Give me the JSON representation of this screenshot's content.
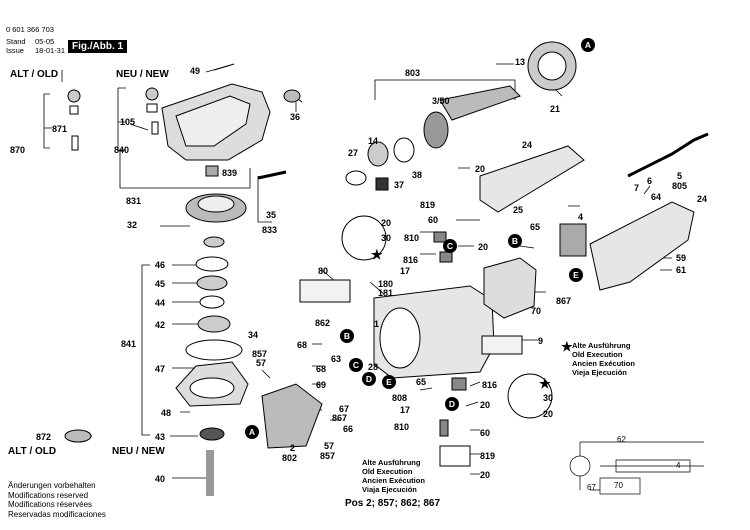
{
  "header": {
    "part_number": "0 601 366 703",
    "stand_label": "Stand",
    "stand_date": "05-05",
    "issue_label": "Issue",
    "issue_date": "18-01-31",
    "figure_tag": "Fig./Abb. 1"
  },
  "variants": {
    "alt_old_top": "ALT / OLD",
    "neu_new_top": "NEU / NEW",
    "alt_old_bottom": "ALT / OLD",
    "neu_new_bottom": "NEU / NEW"
  },
  "callout_letters": [
    "A",
    "A",
    "B",
    "B",
    "C",
    "C",
    "D",
    "D",
    "E",
    "E"
  ],
  "part_labels": {
    "p49": "49",
    "p13": "13",
    "p803": "803",
    "p3_50": "3/50",
    "p21": "21",
    "p36": "36",
    "p14": "14",
    "p27": "27",
    "p37": "37",
    "p38": "38",
    "p871": "871",
    "p870": "870",
    "p105": "105",
    "p840": "840",
    "p839": "839",
    "p831": "831",
    "p35": "35",
    "p833": "833",
    "p32": "32",
    "p20a": "20",
    "p24a": "24",
    "p819a": "819",
    "p60a": "60",
    "p25": "25",
    "p4": "4",
    "p7": "7",
    "p6": "6",
    "p5": "5",
    "p805": "805",
    "p64": "64",
    "p30a": "30",
    "p20b": "20",
    "p810a": "810",
    "p20c": "20",
    "p65a": "65",
    "p816a": "816",
    "p17a": "17",
    "p24b": "24",
    "p59": "59",
    "p61": "61",
    "p46": "46",
    "p80": "80",
    "p180": "180",
    "p181": "181",
    "p45": "45",
    "p44": "44",
    "p867a": "867",
    "p70": "70",
    "p42": "42",
    "p862": "862",
    "p34": "34",
    "p1": "1",
    "p9": "9",
    "p841": "841",
    "p857a": "857",
    "p57a": "57",
    "p68a": "68",
    "p63": "63",
    "p28": "28",
    "p47": "47",
    "p68b": "68",
    "p65b": "65",
    "p808": "808",
    "p816b": "816",
    "p30b": "30",
    "p48": "48",
    "p69": "69",
    "p67": "67",
    "p867b": "867",
    "p17b": "17",
    "p20d": "20",
    "p20e": "20",
    "p66": "66",
    "p810b": "810",
    "p60b": "60",
    "p872": "872",
    "p43": "43",
    "p2": "2",
    "p802": "802",
    "p57b": "57",
    "p857b": "857",
    "p819b": "819",
    "p40": "40",
    "p20f": "20",
    "c62": "62",
    "c4": "4",
    "c70": "70",
    "c67": "67"
  },
  "legend": {
    "lines": [
      "Alte Ausführung",
      "Old Execution",
      "Ancien Exécution",
      "Vieja Ejecución"
    ],
    "bottom_lines": [
      "Alte Ausführung",
      "Old Execution",
      "Ancien Exécution",
      "Viaja Ejecución"
    ],
    "positions": "Pos 2; 857; 862; 867"
  },
  "footer": {
    "lines": [
      "Änderungen vorbehalten",
      "Modifications reserved",
      "Modifications réservées",
      "Reservadas modificaciones"
    ]
  }
}
